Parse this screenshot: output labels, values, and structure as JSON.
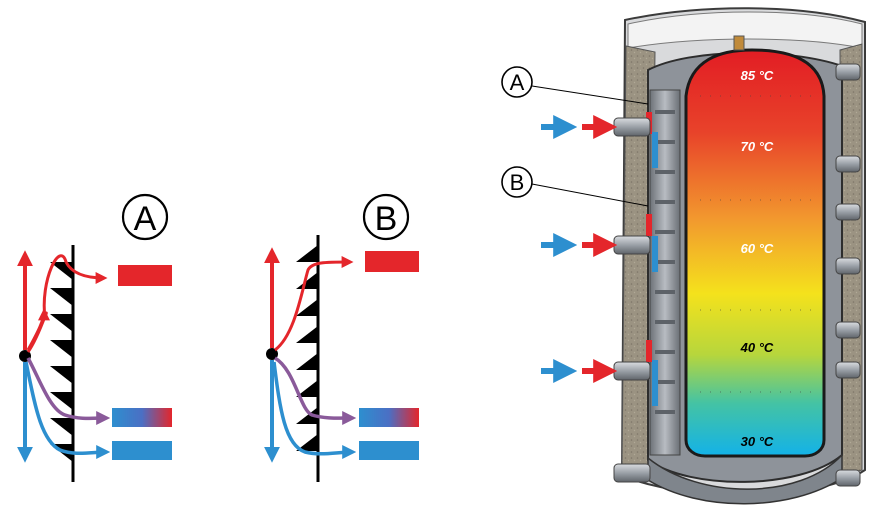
{
  "labels": {
    "a": "A",
    "b": "B"
  },
  "temperatures": [
    {
      "text": "85 °C",
      "color": "#ffffff"
    },
    {
      "text": "70 °C",
      "color": "#ffffff"
    },
    {
      "text": "60 °C",
      "color": "#ffffff"
    },
    {
      "text": "40 °C",
      "color": "#000000"
    },
    {
      "text": "30 °C",
      "color": "#000000"
    }
  ],
  "colors": {
    "hot": "#e4262b",
    "cold": "#2d8fcf",
    "outline": "#000000",
    "insulation": "#9a9282",
    "steel": "#8e939a"
  }
}
